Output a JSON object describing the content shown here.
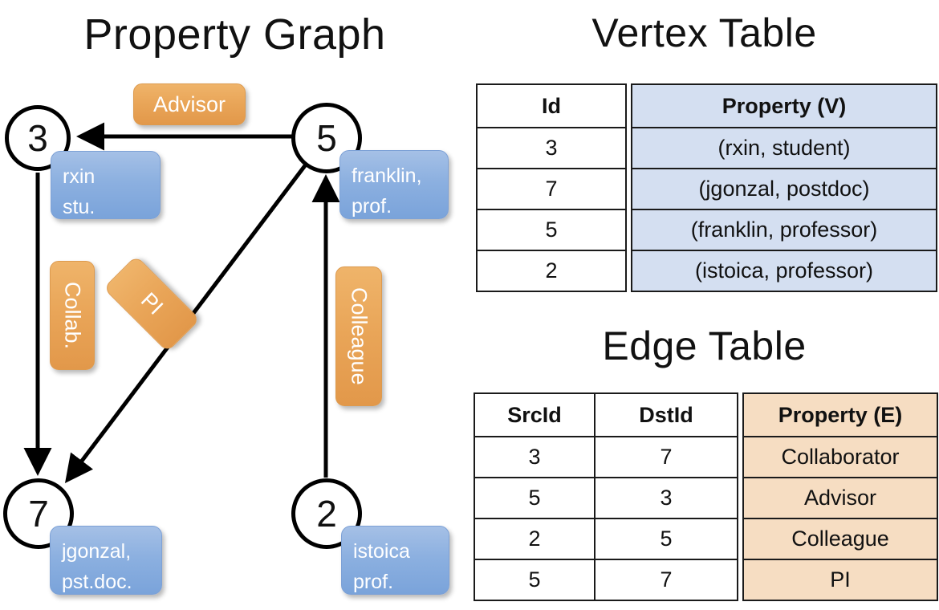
{
  "titles": {
    "property_graph": "Property Graph",
    "vertex_table": "Vertex Table",
    "edge_table": "Edge Table"
  },
  "graph": {
    "nodes": [
      {
        "id": "3",
        "property_lines": [
          "rxin",
          "stu."
        ]
      },
      {
        "id": "5",
        "property_lines": [
          "franklin,",
          "prof."
        ]
      },
      {
        "id": "7",
        "property_lines": [
          "jgonzal,",
          "pst.doc."
        ]
      },
      {
        "id": "2",
        "property_lines": [
          "istoica",
          "prof."
        ]
      }
    ],
    "edge_labels": [
      {
        "name": "advisor",
        "text": "Advisor"
      },
      {
        "name": "collab",
        "text": "Collab."
      },
      {
        "name": "pi",
        "text": "PI"
      },
      {
        "name": "colleague",
        "text": "Colleague"
      }
    ]
  },
  "vertex_table": {
    "headers": [
      "Id",
      "Property (V)"
    ],
    "rows": [
      {
        "id": "3",
        "property": "(rxin, student)"
      },
      {
        "id": "7",
        "property": "(jgonzal, postdoc)"
      },
      {
        "id": "5",
        "property": "(franklin, professor)"
      },
      {
        "id": "2",
        "property": "(istoica, professor)"
      }
    ]
  },
  "edge_table": {
    "headers": [
      "SrcId",
      "DstId",
      "Property (E)"
    ],
    "rows": [
      {
        "src": "3",
        "dst": "7",
        "property": "Collaborator"
      },
      {
        "src": "5",
        "dst": "3",
        "property": "Advisor"
      },
      {
        "src": "2",
        "dst": "5",
        "property": "Colleague"
      },
      {
        "src": "5",
        "dst": "7",
        "property": "PI"
      }
    ]
  },
  "colors": {
    "vertex_property_fill": "#d4dff1",
    "edge_property_fill": "#f6ddc2",
    "node_property_box": "#8cb0e0",
    "edge_label_box": "#e9a558",
    "stroke": "#000000",
    "background": "#ffffff"
  }
}
